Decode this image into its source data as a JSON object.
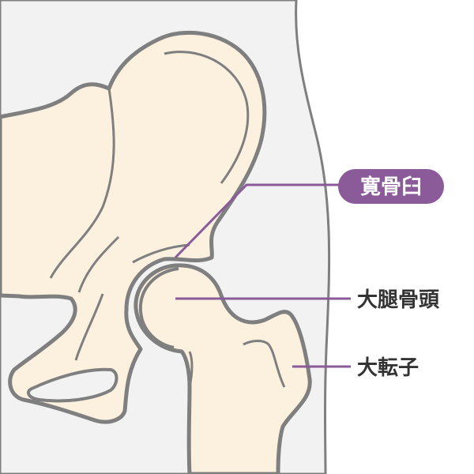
{
  "colors": {
    "background": "#ffffff",
    "body_silhouette": "#f2f2f2",
    "bone_fill": "#fcf0df",
    "outline": "#7f7f7f",
    "accent": "#8a5a99",
    "label_text": "#333333"
  },
  "labels": {
    "acetabulum": "寛骨臼",
    "femoral_head": "大腿骨頭",
    "greater_trochanter": "大転子"
  }
}
